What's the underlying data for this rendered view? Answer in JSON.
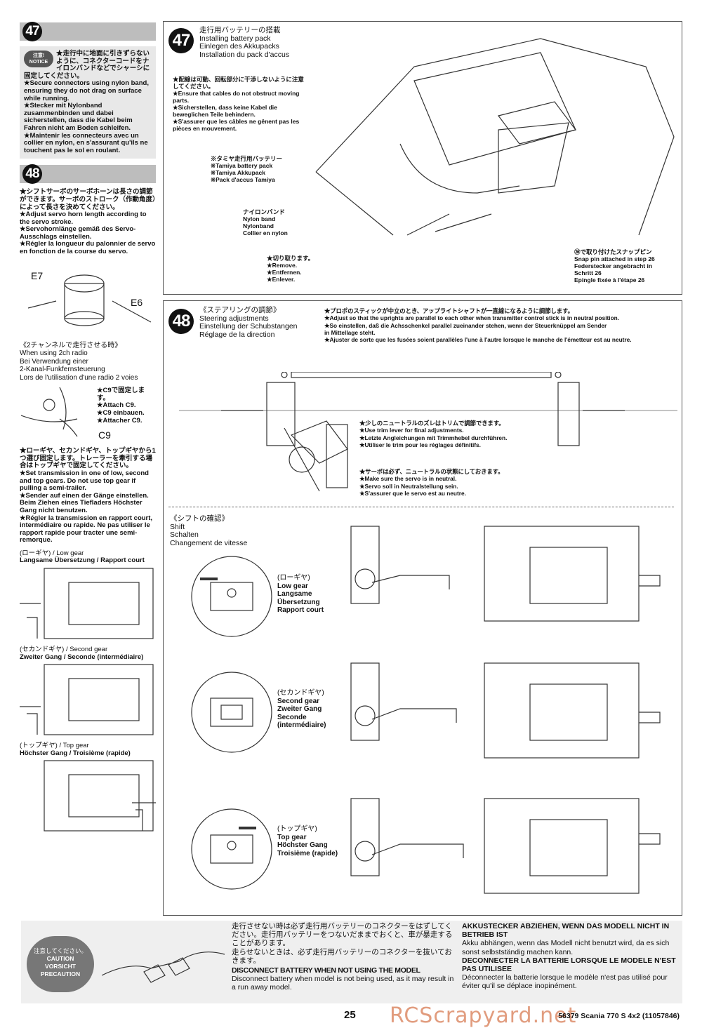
{
  "left": {
    "step47": {
      "number": "47",
      "notice_badge": "注意! NOTICE",
      "notes": [
        "★走行中に地面に引きずらないように、コネクターコードをナイロンバンドなどでシャーシに固定してください。",
        "★Secure connectors using nylon band, ensuring they do not drag on surface while running.",
        "★Stecker mit Nylonband zusammenbinden und dabei sicherstellen, dass die Kabel beim Fahren nicht am Boden schleifen.",
        "★Maintenir les connecteurs avec un collier en nylon, en s'assurant qu'ils ne touchent pas le sol en roulant."
      ]
    },
    "step48": {
      "number": "48",
      "notes": [
        "★シフトサーボのサーボホーンは長さの調節ができます。サーボのストローク（作動角度）によって長さを決めてください。",
        "★Adjust servo horn length according to the servo stroke.",
        "★Servohornlänge gemäß des Servo-Ausschlags einstellen.",
        "★Régler la longueur du palonnier de servo en fonction de la course du servo."
      ],
      "parts": [
        "E7",
        "E6"
      ],
      "radio_title": [
        "《2チャンネルで走行させる時》",
        "When using 2ch radio",
        "Bei Verwendung einer",
        "2-Kanal-Funkfernsteuerung",
        "Lors de l'utilisation d'une radio 2 voies"
      ],
      "attach": [
        "★C9で固定します。",
        "★Attach C9.",
        "★C9 einbauen.",
        "★Attacher C9."
      ],
      "attach_part": "C9",
      "transmission": [
        "★ローギヤ、セカンドギヤ、トップギヤから1つ選び固定します。トレーラーを牽引する場合はトップギヤで固定してください。",
        "★Set transmission in one of low, second and top gears. Do not use top gear if pulling a semi-trailer.",
        "★Sender auf einen der Gänge einstellen. Beim Ziehen eines Tiefladers Höchster Gang nicht benutzen.",
        "★Régler la transmission en rapport court, intermédiaire ou rapide. Ne pas utiliser le rapport rapide pour tracter une semi-remorque."
      ],
      "gears": [
        [
          "(ローギヤ) / Low gear",
          "Langsame Übersetzung / Rapport court"
        ],
        [
          "(セカンドギヤ) / Second gear",
          "Zweiter Gang / Seconde (intermédiaire)"
        ],
        [
          "(トップギヤ) / Top gear",
          "Höchster Gang / Troisième (rapide)"
        ]
      ]
    }
  },
  "panel47": {
    "number": "47",
    "title": [
      "走行用バッテリーの搭載",
      "Installing battery pack",
      "Einlegen des Akkupacks",
      "Installation du pack d'accus"
    ],
    "notes": [
      "★配線は可動、回転部分に干渉しないように注意してください。",
      "★Ensure that cables do not obstruct moving parts.",
      "★Sicherstellen, dass keine Kabel die beweglichen Teile behindern.",
      "★S'assurer que les câbles ne gênent pas les pièces en mouvement."
    ],
    "battery": [
      "※タミヤ走行用バッテリー",
      "※Tamiya battery pack",
      "※Tamiya Akkupack",
      "※Pack d'accus Tamiya"
    ],
    "nylon": [
      "ナイロンバンド",
      "Nylon band",
      "Nylonband",
      "Collier en nylon"
    ],
    "remove": [
      "★切り取ります。",
      "★Remove.",
      "★Entfernen.",
      "★Enlever."
    ],
    "snap": [
      "㉖で取り付けたスナップピン",
      "Snap pin attached in step 26",
      "Federstecker angebracht in",
      "Schritt 26",
      "Epingle fixée à l'étape 26"
    ]
  },
  "panel48": {
    "number": "48",
    "title": [
      "《ステアリングの調節》",
      "Steering adjustments",
      "Einstellung der Schubstangen",
      "Réglage de la direction"
    ],
    "notes": [
      "★プロポのスティックが中立のとき、アップライトシャフトが一直線になるように調節します。",
      "★Adjust so that the uprights are parallel to each other when transmitter control stick is in neutral position.",
      "★So einstellen, daß die Achsschenkel parallel zueinander stehen, wenn der Steuerknüppel am Sender",
      "in Mittellage steht.",
      "★Ajuster de sorte que les fusées soient parallèles l'une à l'autre lorsque le manche de l'émetteur est au neutre."
    ],
    "trim": [
      "★少しのニュートラルのズレはトリムで調節できます。",
      "★Use trim lever for final adjustments.",
      "★Letzte Angleichungen mit Trimmhebel durchführen.",
      "★Utiliser le trim pour les réglages définitifs."
    ],
    "neutral": [
      "★サーボは必ず、ニュートラルの状態にしておきます。",
      "★Make sure the servo is in neutral.",
      "★Servo soll in Neutralstellung sein.",
      "★S'assurer que le servo est au neutre."
    ],
    "shift_title": [
      "《シフトの確認》",
      "Shift",
      "Schalten",
      "Changement de vitesse"
    ],
    "low": [
      "(ローギヤ)",
      "Low gear",
      "Langsame",
      "Übersetzung",
      "Rapport court"
    ],
    "second": [
      "(セカンドギヤ)",
      "Second gear",
      "Zweiter Gang",
      "Seconde",
      "(intermédiaire)"
    ],
    "top": [
      "(トップギヤ)",
      "Top gear",
      "Höchster Gang",
      "Troisième (rapide)"
    ]
  },
  "caution": {
    "badge": [
      "注意してください。",
      "CAUTION",
      "VORSICHT",
      "PRECAUTION"
    ],
    "jp": [
      "走行させない時は必ず走行用バッテリーのコネクターをはずしてください。走行用バッテリーをつないだままでおくと、車が暴走することがあります。",
      "走らせないときは、必ず走行用バッテリーのコネクターを抜いておきます。"
    ],
    "en_title": "DISCONNECT BATTERY WHEN NOT USING THE MODEL",
    "en": "Disconnect battery when model is not being used, as it may result in a run away model.",
    "de_title": "AKKUSTECKER ABZIEHEN, WENN DAS MODELL NICHT IN BETRIEB IST",
    "de": "Akku abhängen, wenn das Modell nicht benutzt wird, da es sich sonst selbstständig machen kann.",
    "fr_title": "DECONNECTER LA BATTERIE LORSQUE LE MODELE N'EST PAS UTILISEE",
    "fr": "Déconnecter la batterie lorsque le modèle n'est pas utilisé pour éviter qu'il se déplace inopinément."
  },
  "watermark": "RCScrapyard.net",
  "footer": {
    "page": "25",
    "model": "56379 Scania 770 S 4x2 (11057846)"
  }
}
